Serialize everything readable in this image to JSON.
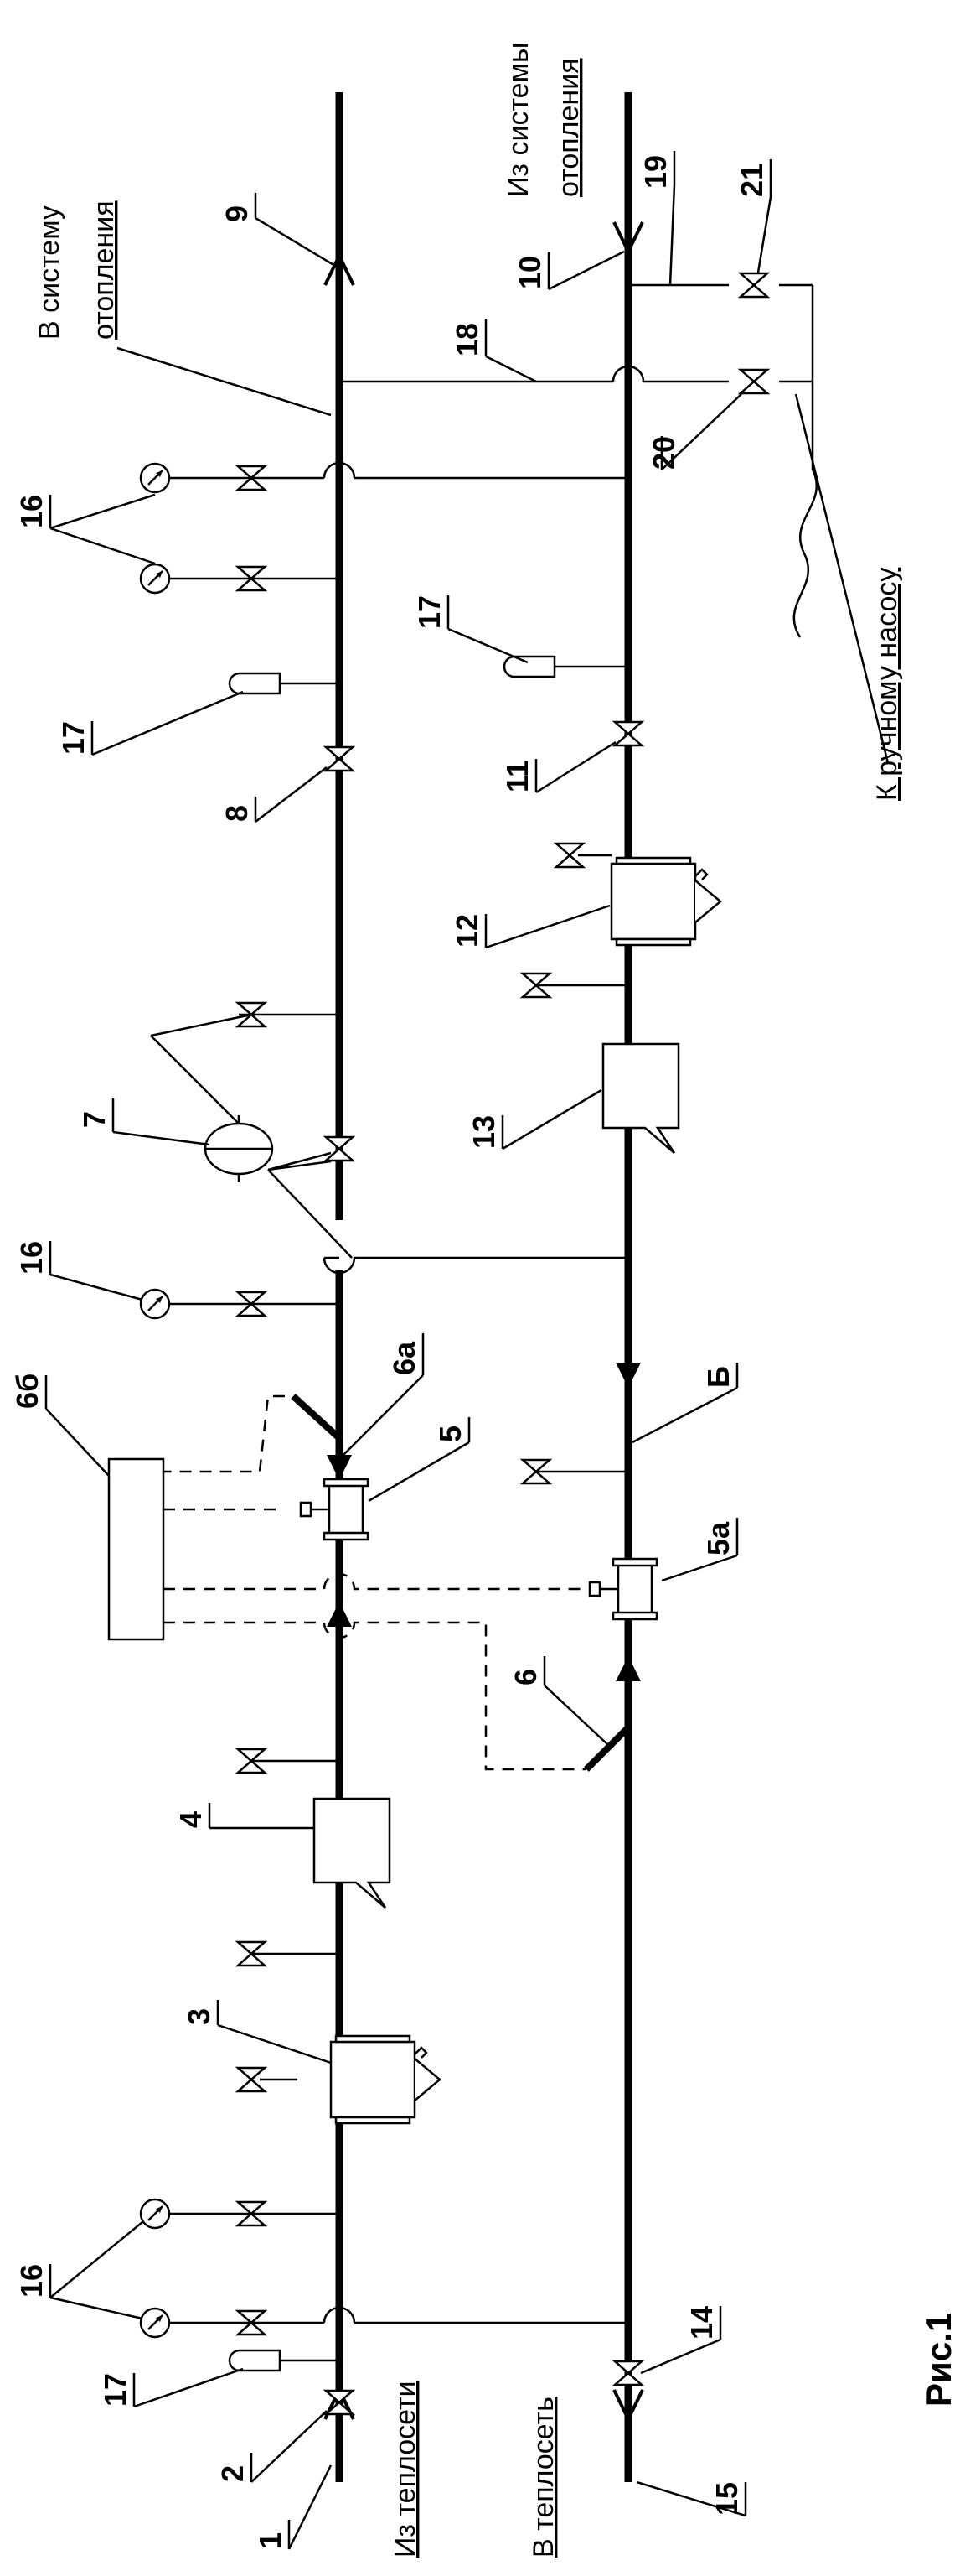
{
  "captions": {
    "to_heating": [
      "В систему",
      "отопления"
    ],
    "from_heating": [
      "Из системы",
      "отопления"
    ],
    "from_network": "Из теплосети",
    "to_network": "В теплосеть",
    "to_pump": "К ручному насосу"
  },
  "labels": {
    "n1": "1",
    "n2": "2",
    "n3": "3",
    "n4": "4",
    "n5": "5",
    "n5a": "5а",
    "n6": "6",
    "n6a": "6а",
    "n6b": "6б",
    "n7": "7",
    "n8": "8",
    "n9": "9",
    "n10": "10",
    "n11": "11",
    "n12": "12",
    "n13": "13",
    "n14": "14",
    "n15": "15",
    "n16_top": "16",
    "n16_mid": "16",
    "n16_bot": "16",
    "n17_top": "17",
    "n17_mid": "17",
    "n17_bot": "17",
    "n18": "18",
    "n19": "19",
    "n20": "20",
    "n21": "21",
    "nB": "Б"
  },
  "figure_caption": "Рис.1"
}
